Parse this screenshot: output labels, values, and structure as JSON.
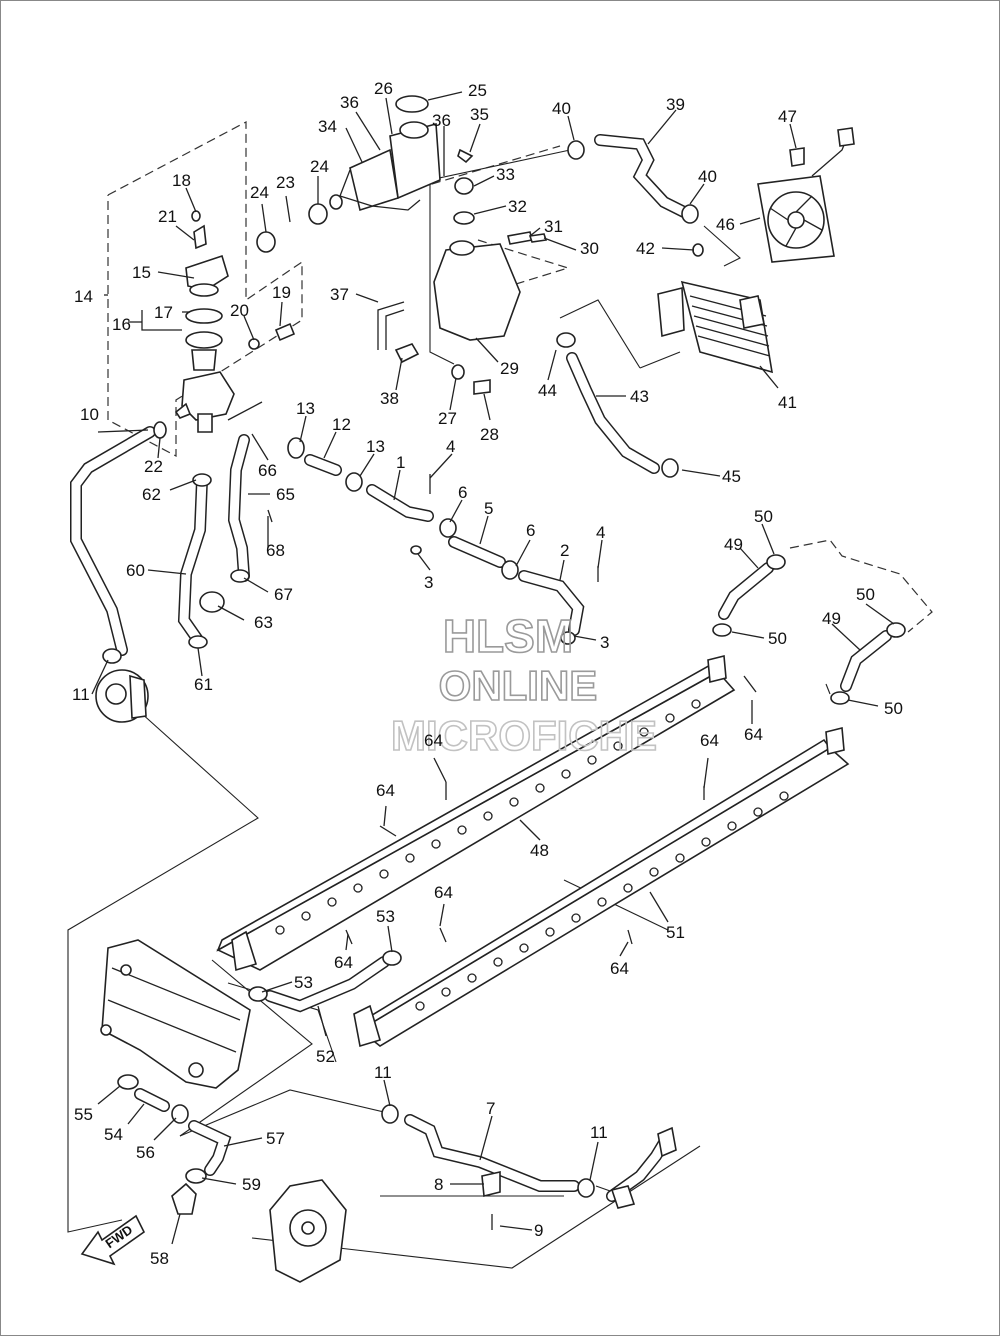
{
  "watermark": {
    "line1": "HLSM",
    "line2": "ONLINE",
    "line3": "MICROFICHE"
  },
  "fwd_label": "FWD",
  "callouts": [
    "1",
    "2",
    "3",
    "3",
    "3",
    "4",
    "4",
    "5",
    "6",
    "6",
    "7",
    "8",
    "9",
    "10",
    "11",
    "11",
    "11",
    "12",
    "13",
    "13",
    "14",
    "15",
    "16",
    "17",
    "18",
    "19",
    "20",
    "21",
    "22",
    "23",
    "24",
    "24",
    "25",
    "26",
    "27",
    "28",
    "29",
    "30",
    "31",
    "32",
    "33",
    "34",
    "35",
    "36",
    "36",
    "37",
    "38",
    "39",
    "40",
    "40",
    "41",
    "42",
    "43",
    "44",
    "45",
    "46",
    "47",
    "48",
    "49",
    "49",
    "50",
    "50",
    "50",
    "50",
    "51",
    "52",
    "53",
    "53",
    "54",
    "55",
    "56",
    "57",
    "58",
    "59",
    "60",
    "61",
    "62",
    "63",
    "64",
    "64",
    "64",
    "64",
    "64",
    "64",
    "64",
    "65",
    "66",
    "67",
    "68"
  ]
}
